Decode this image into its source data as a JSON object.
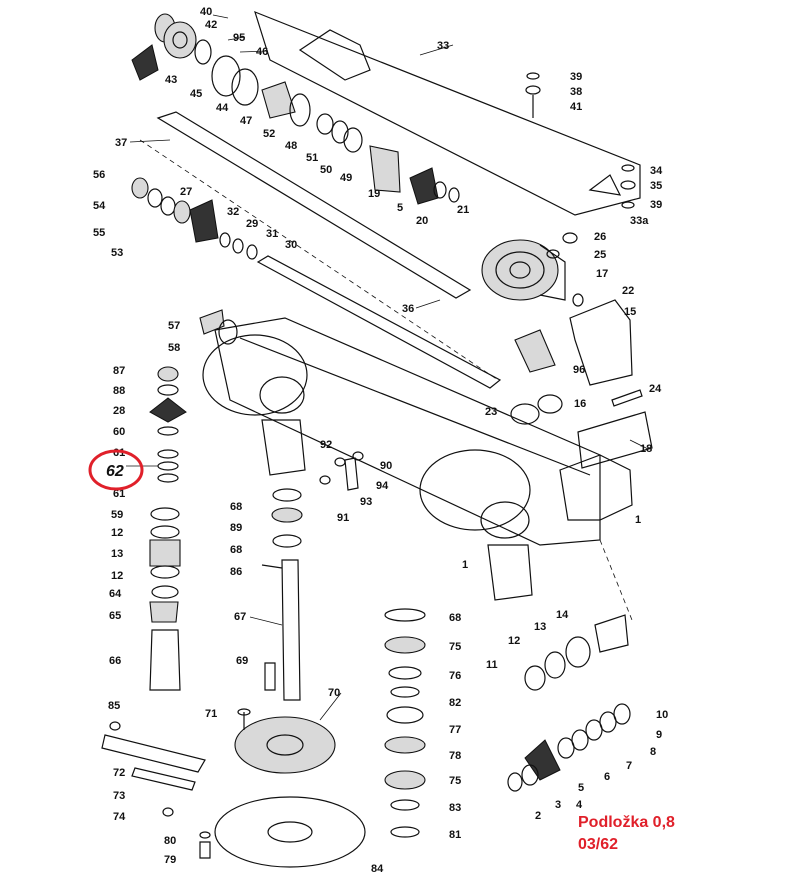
{
  "labels": [
    "40",
    "42",
    "95",
    "46",
    "43",
    "45",
    "44",
    "47",
    "52",
    "48",
    "51",
    "50",
    "49",
    "19",
    "5",
    "20",
    "21",
    "33",
    "39",
    "38",
    "41",
    "34",
    "35",
    "39",
    "33a",
    "37",
    "56",
    "54",
    "55",
    "53",
    "27",
    "32",
    "29",
    "31",
    "30",
    "26",
    "25",
    "17",
    "22",
    "15",
    "96",
    "16",
    "23",
    "24",
    "18",
    "36",
    "57",
    "58",
    "87",
    "88",
    "28",
    "60",
    "61",
    "62",
    "61",
    "59",
    "12",
    "13",
    "12",
    "64",
    "65",
    "66",
    "68",
    "89",
    "68",
    "86",
    "67",
    "69",
    "70",
    "71",
    "92",
    "90",
    "94",
    "93",
    "91",
    "1",
    "1",
    "14",
    "13",
    "12",
    "11",
    "10",
    "9",
    "8",
    "7",
    "6",
    "5",
    "4",
    "3",
    "2",
    "68",
    "75",
    "76",
    "82",
    "77",
    "78",
    "75",
    "83",
    "81",
    "85",
    "72",
    "73",
    "74",
    "80",
    "79",
    "84"
  ],
  "highlight": {
    "label": "62",
    "color": "#e0202a"
  },
  "note": {
    "line1": "Podložka 0,8",
    "line2": "03/62",
    "color": "#e0202a"
  }
}
